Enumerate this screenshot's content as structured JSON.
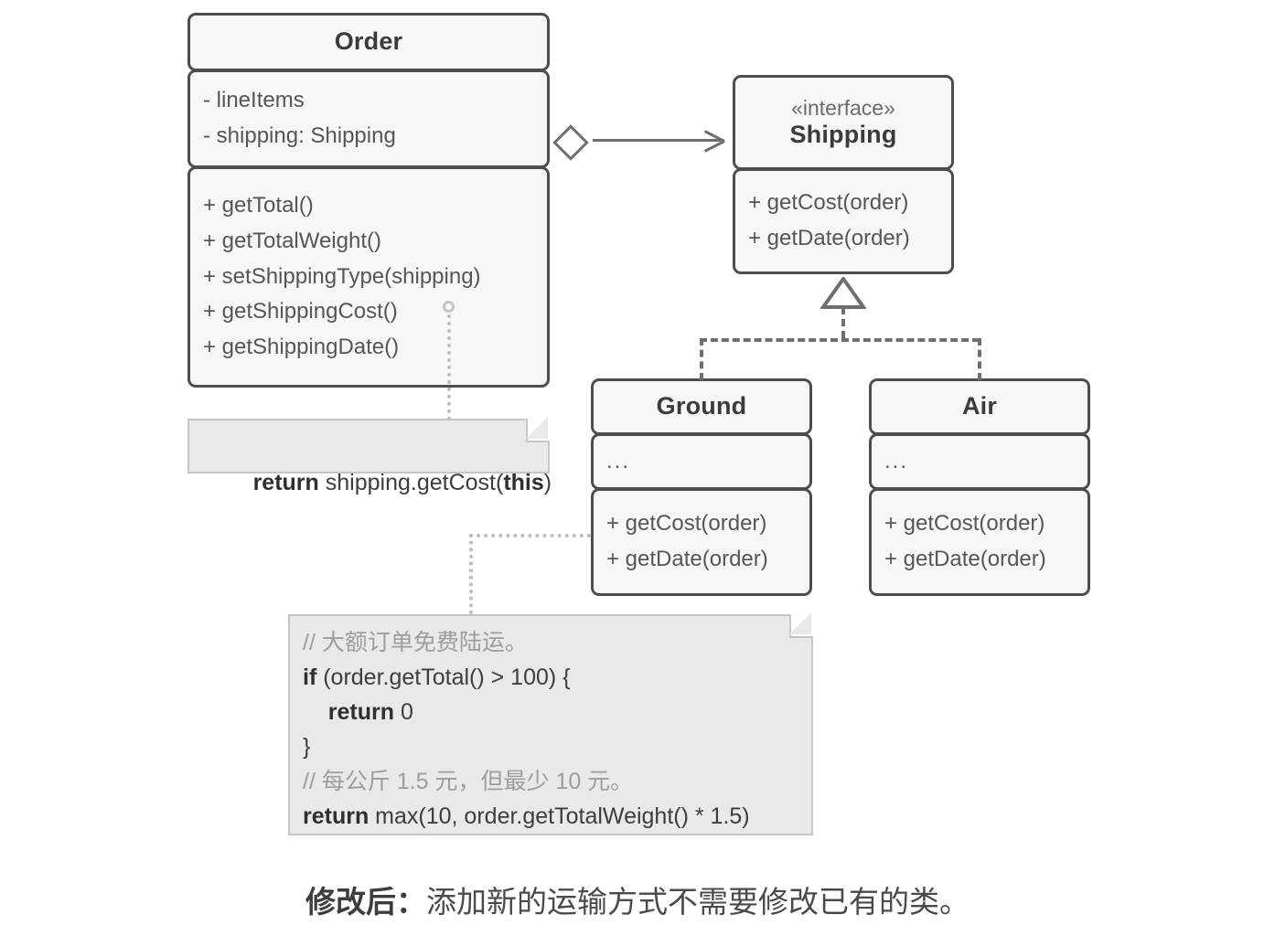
{
  "diagram": {
    "title_caption_bold": "修改后：",
    "title_caption_rest": "添加新的运输方式不需要修改已有的类。",
    "colors": {
      "class_border": "#4d4d4d",
      "class_fill": "#f7f7f7",
      "note_fill": "#e9e9e9",
      "note_border": "#c6c6c6",
      "connector": "#6f6f6f",
      "dotted_connector": "#bdbdbd",
      "comment_text": "#9d9d9d",
      "code_text": "#3d3d3d"
    }
  },
  "classes": {
    "order": {
      "name": "Order",
      "stereotype": "",
      "attributes": [
        "- lineItems",
        "- shipping: Shipping"
      ],
      "methods": [
        "+ getTotal()",
        "+ getTotalWeight()",
        "+ setShippingType(shipping)",
        "+ getShippingCost()",
        "+ getShippingDate()"
      ]
    },
    "shipping": {
      "name": "Shipping",
      "stereotype": "«interface»",
      "methods": [
        "+ getCost(order)",
        "+ getDate(order)"
      ]
    },
    "ground": {
      "name": "Ground",
      "attributes": [
        "..."
      ],
      "methods": [
        "+ getCost(order)",
        "+ getDate(order)"
      ]
    },
    "air": {
      "name": "Air",
      "attributes": [
        "..."
      ],
      "methods": [
        "+ getCost(order)",
        "+ getDate(order)"
      ]
    }
  },
  "notes": {
    "order_note": {
      "lines": [
        {
          "parts": [
            {
              "t": "return",
              "bold": true
            },
            {
              "t": " shipping.getCost("
            },
            {
              "t": "this",
              "bold": true
            },
            {
              "t": ")"
            }
          ]
        }
      ]
    },
    "ground_note": {
      "lines": [
        {
          "comment": true,
          "parts": [
            {
              "t": "// 大额订单免费陆运。"
            }
          ]
        },
        {
          "parts": [
            {
              "t": "if",
              "bold": true
            },
            {
              "t": " (order.getTotal() > 100) {"
            }
          ]
        },
        {
          "parts": [
            {
              "t": "    "
            },
            {
              "t": "return",
              "bold": true
            },
            {
              "t": " 0"
            }
          ]
        },
        {
          "parts": [
            {
              "t": "}"
            }
          ]
        },
        {
          "comment": true,
          "parts": [
            {
              "t": "// 每公斤 1.5 元，但最少 10 元。"
            }
          ]
        },
        {
          "parts": [
            {
              "t": "return",
              "bold": true
            },
            {
              "t": " max(10, order.getTotalWeight() * 1.5)"
            }
          ]
        }
      ]
    }
  },
  "relations": {
    "order_to_shipping": "aggregation-with-open-arrow",
    "ground_to_shipping": "realization-dashed-hollow-triangle",
    "air_to_shipping": "realization-dashed-hollow-triangle"
  }
}
